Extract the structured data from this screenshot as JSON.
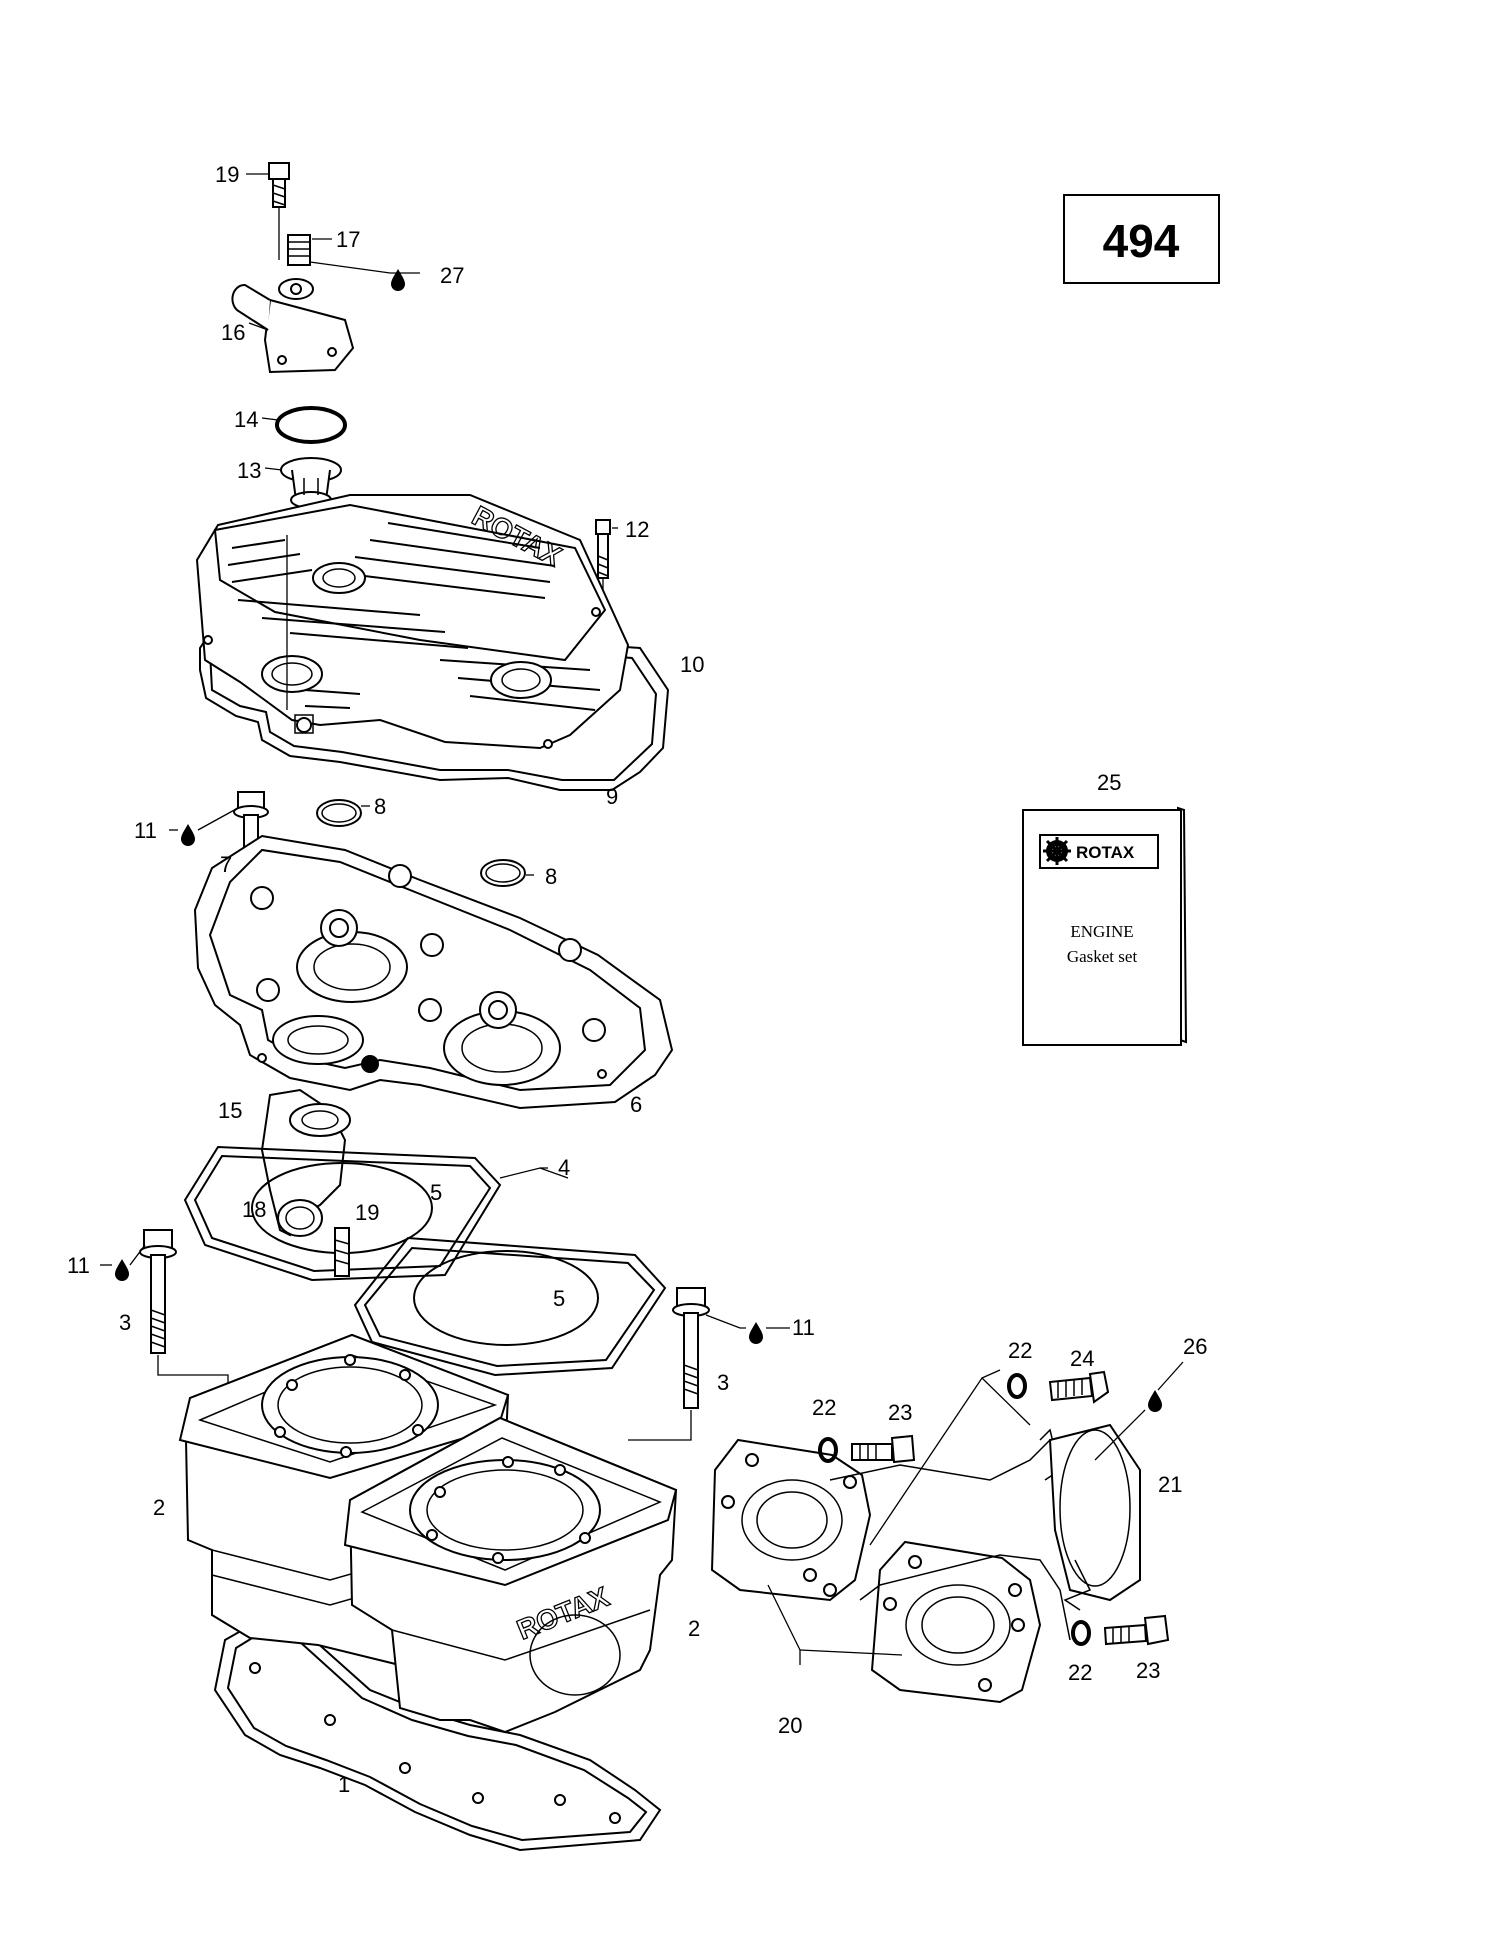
{
  "page_number": "494",
  "manual": {
    "brand": "ROTAX",
    "line1": "ENGINE",
    "line2": "Gasket set"
  },
  "cylinder_stamp": "ROTAX",
  "callouts": {
    "c1": "1",
    "c2a": "2",
    "c2b": "2",
    "c3a": "3",
    "c3b": "3",
    "c4": "4",
    "c5a": "5",
    "c5b": "5",
    "c6": "6",
    "c7": "7",
    "c8a": "8",
    "c8b": "8",
    "c9": "9",
    "c10": "10",
    "c11a": "11",
    "c11b": "11",
    "c11c": "11",
    "c12": "12",
    "c13": "13",
    "c14": "14",
    "c15": "15",
    "c16": "16",
    "c17": "17",
    "c18": "18",
    "c19a": "19",
    "c19b": "19",
    "c20": "20",
    "c21": "21",
    "c22a": "22",
    "c22b": "22",
    "c22c": "22",
    "c23a": "23",
    "c23b": "23",
    "c24": "24",
    "c25": "25",
    "c26": "26",
    "c27": "27"
  },
  "icons": {
    "lubricant": "oil-drop-icon",
    "logo": "rotax-gear-logo-icon"
  }
}
